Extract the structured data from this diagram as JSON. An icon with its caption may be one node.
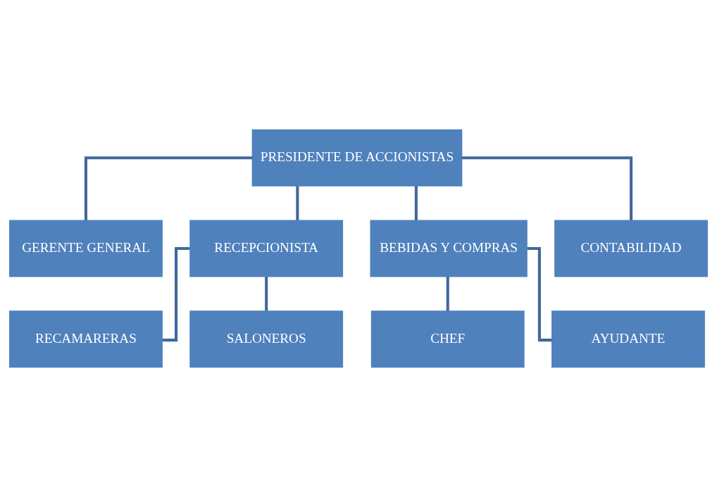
{
  "diagram": {
    "nodes": [
      {
        "text": [
          "PRESIDENTE DE ACCIONISTAS"
        ]
      },
      {
        "text": [
          "GERENTE GENERAL"
        ]
      },
      {
        "text": [
          "RECEPCIONISTA"
        ]
      },
      {
        "text": [
          "BEBIDAS Y COMPRAS"
        ]
      },
      {
        "text": [
          "CONTABILIDAD"
        ]
      },
      {
        "text": [
          "RECAMARERAS"
        ]
      },
      {
        "text": [
          "SALONEROS"
        ]
      },
      {
        "text": [
          "CHEF"
        ]
      },
      {
        "text": [
          "AYUDANTE"
        ]
      }
    ],
    "edges": [
      {
        "from": 0,
        "to": 1,
        "arrow": "none"
      },
      {
        "from": 0,
        "to": 2,
        "arrow": "none"
      },
      {
        "from": 0,
        "to": 3,
        "arrow": "none"
      },
      {
        "from": 0,
        "to": 4,
        "arrow": "none"
      },
      {
        "from": 2,
        "to": 5,
        "arrow": "none"
      },
      {
        "from": 2,
        "to": 6,
        "arrow": "none"
      },
      {
        "from": 3,
        "to": 7,
        "arrow": "none"
      },
      {
        "from": 3,
        "to": 8,
        "arrow": "none"
      }
    ]
  }
}
